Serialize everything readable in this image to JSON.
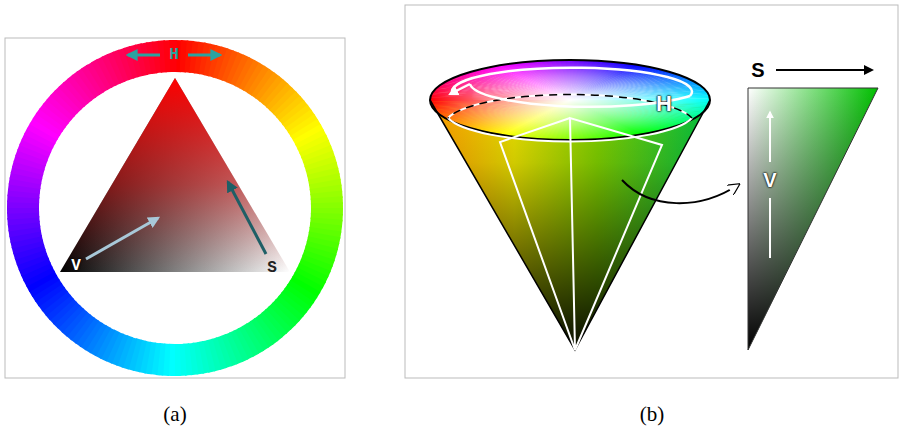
{
  "diagram": {
    "labels": [
      "H",
      "V",
      "S",
      "(a)",
      "H",
      "S",
      "V",
      "(b)"
    ]
  }
}
